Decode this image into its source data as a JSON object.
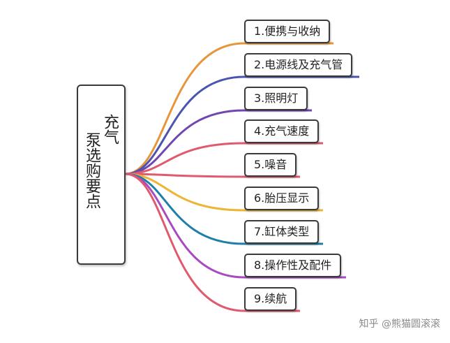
{
  "root": {
    "title_line1": "充气",
    "title_line2": "泵选购要点"
  },
  "branches": [
    {
      "label": "1.便携与收纳",
      "color": "#e8953a"
    },
    {
      "label": "2.电源线及充气管",
      "color": "#4b55b0"
    },
    {
      "label": "3.照明灯",
      "color": "#7046b0"
    },
    {
      "label": "4.充气速度",
      "color": "#e05a6e"
    },
    {
      "label": "5.噪音",
      "color": "#e05a6e"
    },
    {
      "label": "6.胎压显示",
      "color": "#ecb534"
    },
    {
      "label": "7.缸体类型",
      "color": "#1f7fa8"
    },
    {
      "label": "8.操作性及配件",
      "color": "#a84ac0"
    },
    {
      "label": "9.续航",
      "color": "#e05a6e"
    }
  ],
  "watermark": "知乎 @熊猫圆滚滚"
}
